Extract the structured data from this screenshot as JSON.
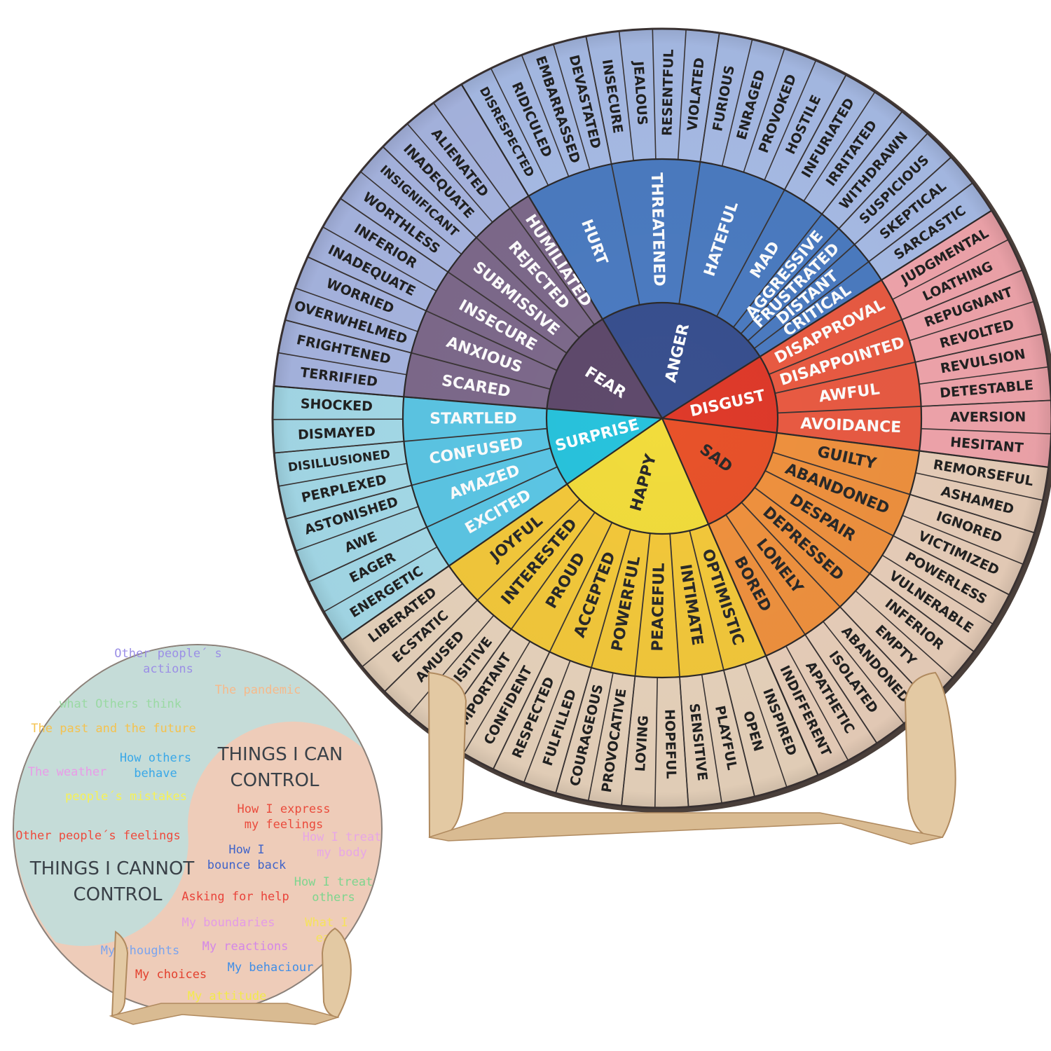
{
  "wheel": {
    "groups": [
      {
        "core": "ANGER",
        "color": "#39508f",
        "midColor": "#4c7cc2",
        "outColor": "#a9bde8",
        "mid": [
          {
            "label": "HURT",
            "outer": [
              "DISRESPECTED",
              "RIDICULED",
              "EMBARRASSED",
              "DEVASTATED"
            ]
          },
          {
            "label": "THREATENED",
            "outer": [
              "INSECURE",
              "JEALOUS",
              "RESENTFUL",
              "VIOLATED"
            ]
          },
          {
            "label": "HATEFUL",
            "outer": [
              "FURIOUS",
              "ENRAGED",
              "PROVOKED",
              "HOSTILE"
            ]
          },
          {
            "label": "MAD",
            "outer": [
              "INFURIATED",
              "IRRITATED"
            ]
          },
          {
            "label": "AGGRESSIVE",
            "outer": [
              "WITHDRAWN"
            ]
          },
          {
            "label": "FRUSTRATED",
            "outer": [
              "SUSPICIOUS"
            ]
          },
          {
            "label": "DISTANT",
            "outer": [
              "SKEPTICAL"
            ]
          },
          {
            "label": "CRITICAL",
            "outer": [
              "SARCASTIC"
            ]
          }
        ]
      },
      {
        "core": "DISGUST",
        "color": "#df3a2a",
        "midColor": "#ea5b43",
        "outColor": "#f2a6ad",
        "mid": [
          {
            "label": "DISAPPROVAL",
            "outer": [
              "JUDGMENTAL",
              "LOATHING"
            ]
          },
          {
            "label": "DISAPPOINTED",
            "outer": [
              "REPUGNANT",
              "REVOLTED"
            ]
          },
          {
            "label": "AWFUL",
            "outer": [
              "REVULSION",
              "DETESTABLE"
            ]
          },
          {
            "label": "AVOIDANCE",
            "outer": [
              "AVERSION",
              "HESITANT"
            ]
          }
        ]
      },
      {
        "core": "SAD",
        "color": "#e8522a",
        "midColor": "#f0923f",
        "outColor": "#ead0bb",
        "mid": [
          {
            "label": "GUILTY",
            "outer": [
              "REMORSEFUL",
              "ASHAMED"
            ]
          },
          {
            "label": "ABANDONED",
            "outer": [
              "IGNORED",
              "VICTIMIZED"
            ]
          },
          {
            "label": "DESPAIR",
            "outer": [
              "POWERLESS",
              "VULNERABLE"
            ]
          },
          {
            "label": "DEPRESSED",
            "outer": [
              "INFERIOR",
              "EMPTY"
            ]
          },
          {
            "label": "LONELY",
            "outer": [
              "ABANDONED",
              "ISOLATED"
            ]
          },
          {
            "label": "BORED",
            "outer": [
              "APATHETIC",
              "INDIFFERENT"
            ]
          }
        ]
      },
      {
        "core": "HAPPY",
        "color": "#f2dc3c",
        "midColor": "#f4c93b",
        "outColor": "#e9d4bd",
        "mid": [
          {
            "label": "OPTIMISTIC",
            "outer": [
              "INSPIRED",
              "OPEN"
            ]
          },
          {
            "label": "INTIMATE",
            "outer": [
              "PLAYFUL",
              "SENSITIVE"
            ]
          },
          {
            "label": "PEACEFUL",
            "outer": [
              "HOPEFUL",
              "LOVING"
            ]
          },
          {
            "label": "POWERFUL",
            "outer": [
              "PROVOCATIVE",
              "COURAGEOUS"
            ]
          },
          {
            "label": "ACCEPTED",
            "outer": [
              "FULFILLED",
              "RESPECTED"
            ]
          },
          {
            "label": "PROUD",
            "outer": [
              "CONFIDENT",
              "IMPORTANT"
            ]
          },
          {
            "label": "INTERESTED",
            "outer": [
              "INQUISITIVE",
              "AMUSED"
            ]
          },
          {
            "label": "JOYFUL",
            "outer": [
              "ECSTATIC",
              "LIBERATED"
            ]
          }
        ]
      },
      {
        "core": "SURPRISE",
        "color": "#28c3dd",
        "midColor": "#5cc7e6",
        "outColor": "#a6dceb",
        "mid": [
          {
            "label": "EXCITED",
            "outer": [
              "ENERGETIC",
              "EAGER"
            ]
          },
          {
            "label": "AMAZED",
            "outer": [
              "AWE",
              "ASTONISHED"
            ]
          },
          {
            "label": "CONFUSED",
            "outer": [
              "PERPLEXED",
              "DISILLUSIONED"
            ]
          },
          {
            "label": "STARTLED",
            "outer": [
              "DISMAYED",
              "SHOCKED"
            ]
          }
        ]
      },
      {
        "core": "FEAR",
        "color": "#5f4a6c",
        "midColor": "#7e6a8c",
        "outColor": "#a9b7e3",
        "mid": [
          {
            "label": "SCARED",
            "outer": [
              "TERRIFIED",
              "FRIGHTENED"
            ]
          },
          {
            "label": "ANXIOUS",
            "outer": [
              "OVERWHELMED",
              "WORRIED"
            ]
          },
          {
            "label": "INSECURE",
            "outer": [
              "INADEQUATE",
              "INFERIOR"
            ]
          },
          {
            "label": "SUBMISSIVE",
            "outer": [
              "WORTHLESS",
              "INSIGNIFICANT"
            ]
          },
          {
            "label": "REJECTED",
            "outer": [
              "INADEQUATE",
              "ALIENATED"
            ]
          },
          {
            "label": "HUMILIATED",
            "outer": []
          }
        ]
      }
    ]
  },
  "control": {
    "cannot_title_line1": "THINGS I CANNOT",
    "cannot_title_line2": "CONTROL",
    "can_title_line1": "THINGS I CAN",
    "can_title_line2": "CONTROL",
    "cannot_items": [
      {
        "lines": [
          "Other people´ s",
          "actions"
        ],
        "color": "#9b8fe6"
      },
      {
        "lines": [
          "The pandemic"
        ],
        "color": "#f6b98a"
      },
      {
        "lines": [
          "what Others think"
        ],
        "color": "#9ad9a3"
      },
      {
        "lines": [
          "The past and the future"
        ],
        "color": "#f5c24e"
      },
      {
        "lines": [
          "How others",
          "behave"
        ],
        "color": "#39a8e8"
      },
      {
        "lines": [
          "The weather"
        ],
        "color": "#e99be8"
      },
      {
        "lines": [
          "people´s mistakes"
        ],
        "color": "#f6f157"
      },
      {
        "lines": [
          "Other people´s feelings"
        ],
        "color": "#ee4b3d"
      }
    ],
    "can_items": [
      {
        "lines": [
          "How I express",
          "my feelings"
        ],
        "color": "#ea4b3c"
      },
      {
        "lines": [
          "How I",
          "bounce back"
        ],
        "color": "#3f63c9"
      },
      {
        "lines": [
          "How I treat",
          "my body"
        ],
        "color": "#e7a6e6"
      },
      {
        "lines": [
          "How I treat",
          "others"
        ],
        "color": "#7ed58e"
      },
      {
        "lines": [
          "Asking for help"
        ],
        "color": "#e9433a"
      },
      {
        "lines": [
          "My boundaries"
        ],
        "color": "#e49be6"
      },
      {
        "lines": [
          "What I",
          "eat"
        ],
        "color": "#f6e35a"
      },
      {
        "lines": [
          "My thoughts"
        ],
        "color": "#7aa4ef"
      },
      {
        "lines": [
          "My reactions"
        ],
        "color": "#d487e8"
      },
      {
        "lines": [
          "My choices"
        ],
        "color": "#e3402e"
      },
      {
        "lines": [
          "My behaciour"
        ],
        "color": "#3f8de6"
      },
      {
        "lines": [
          "My attitude"
        ],
        "color": "#f3ea4b"
      }
    ]
  }
}
